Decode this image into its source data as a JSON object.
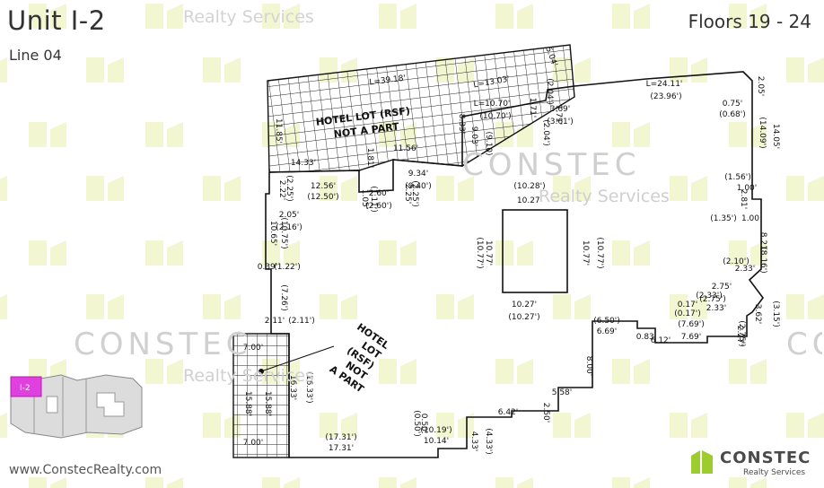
{
  "header": {
    "unit": "Unit I-2",
    "line": "Line 04",
    "floors": "Floors 19 - 24"
  },
  "footer": {
    "website": "www.ConstecRealty.com"
  },
  "brand": {
    "name": "CONSTEC",
    "tagline": "Realty Services"
  },
  "watermark": {
    "company": "CONSTEC",
    "tagline": "Realty Services"
  },
  "keyplan": {
    "unit_label": "I-2",
    "highlight_color": "#e040e0"
  },
  "colors": {
    "watermark_tile": "#f2f7d2",
    "grid": "#222222",
    "brand_green": "#9ccc2e"
  },
  "plan": {
    "hotel_lot_top": [
      "HOTEL LOT (RSF)",
      "NOT A PART"
    ],
    "hotel_lot_left": [
      "HOTEL",
      "LOT",
      "(RSF)",
      "NOT",
      "A PART"
    ],
    "dimensions": [
      "L=39.18'",
      "L=13.03'",
      "5.04'",
      "11.85'",
      "8.33'",
      "14.33'",
      "1.81'",
      "11.56'",
      "(9.10)",
      "9.03'",
      "L=10.70'",
      "(10.70')",
      "1.71'",
      "(2.04')",
      "(2.04')",
      "1.71'",
      "3.69'",
      "(3.61')",
      "L=24.11'",
      "(23.96')",
      "2.05'",
      "0.75'",
      "(0.68')",
      "(14.09')",
      "14.05'",
      "(1.56')",
      "1.00'",
      "2.81'",
      "(1.35')",
      "1.00",
      "8.21'",
      "(8.16')",
      "(2.10')",
      "2.33'",
      "2.75'",
      "(2.75')",
      "(2.33')",
      "2.33'",
      "3.62'",
      "(3.15')",
      "0.17'",
      "(0.17')",
      "(7.69')",
      "7.69'",
      "2.27'",
      "(2.75')",
      "6.12'",
      "0.83'",
      "(6.50')",
      "6.69'",
      "8.00'",
      "5.58'",
      "2.50'",
      "6.42'",
      "4.33'",
      "(4.33')",
      "(10.19')",
      "10.14'",
      "(0.50')",
      "0.50'",
      "(17.31')",
      "17.31'",
      "7.00'",
      "7.00'",
      "15.88'",
      "15.88'",
      "16.33'",
      "(16.33')",
      "2.11'",
      "(2.11')",
      "(7.26')",
      "0.39'",
      "(1.22')",
      "10.65'",
      "(10.75')",
      "2.05'",
      "(2.16')",
      "2.22'",
      "(2.25')",
      "12.56'",
      "(12.50')",
      "1.05'",
      "(1.11')",
      "2.60'",
      "(2.60')",
      "2.25'",
      "(2.25')",
      "9.34'",
      "(9.40')",
      "(10.28')",
      "10.27'",
      "10.77'",
      "(10.77')",
      "10.77'",
      "(10.77')",
      "10.27'",
      "(10.27')"
    ]
  }
}
